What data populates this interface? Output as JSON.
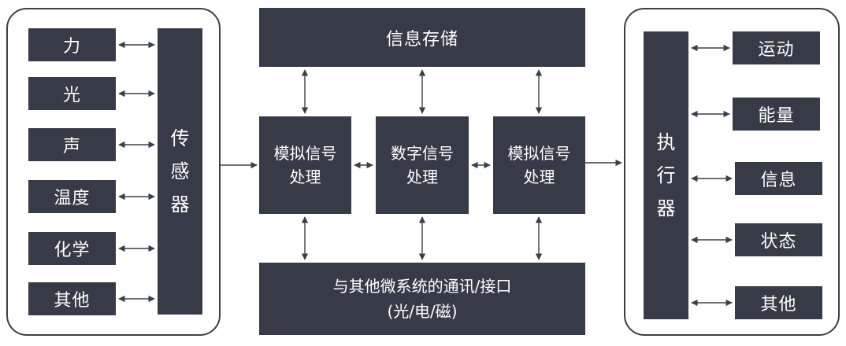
{
  "inputs": [
    "力",
    "光",
    "声",
    "温度",
    "化学",
    "其他"
  ],
  "sensor": [
    "传",
    "感",
    "器"
  ],
  "storage": "信息存储",
  "processing": {
    "analog_in": [
      "模拟信号",
      "处理"
    ],
    "digital": [
      "数字信号",
      "处理"
    ],
    "analog_out": [
      "模拟信号",
      "处理"
    ]
  },
  "comm": {
    "line1": "与其他微系统的通讯/接口",
    "line2": "(光/电/磁)"
  },
  "actuator": [
    "执",
    "行",
    "器"
  ],
  "outputs": [
    "运动",
    "能量",
    "信息",
    "状态",
    "其他"
  ],
  "colors": {
    "box": "#363b47",
    "text": "#ffffff",
    "line": "#3b3f49"
  }
}
